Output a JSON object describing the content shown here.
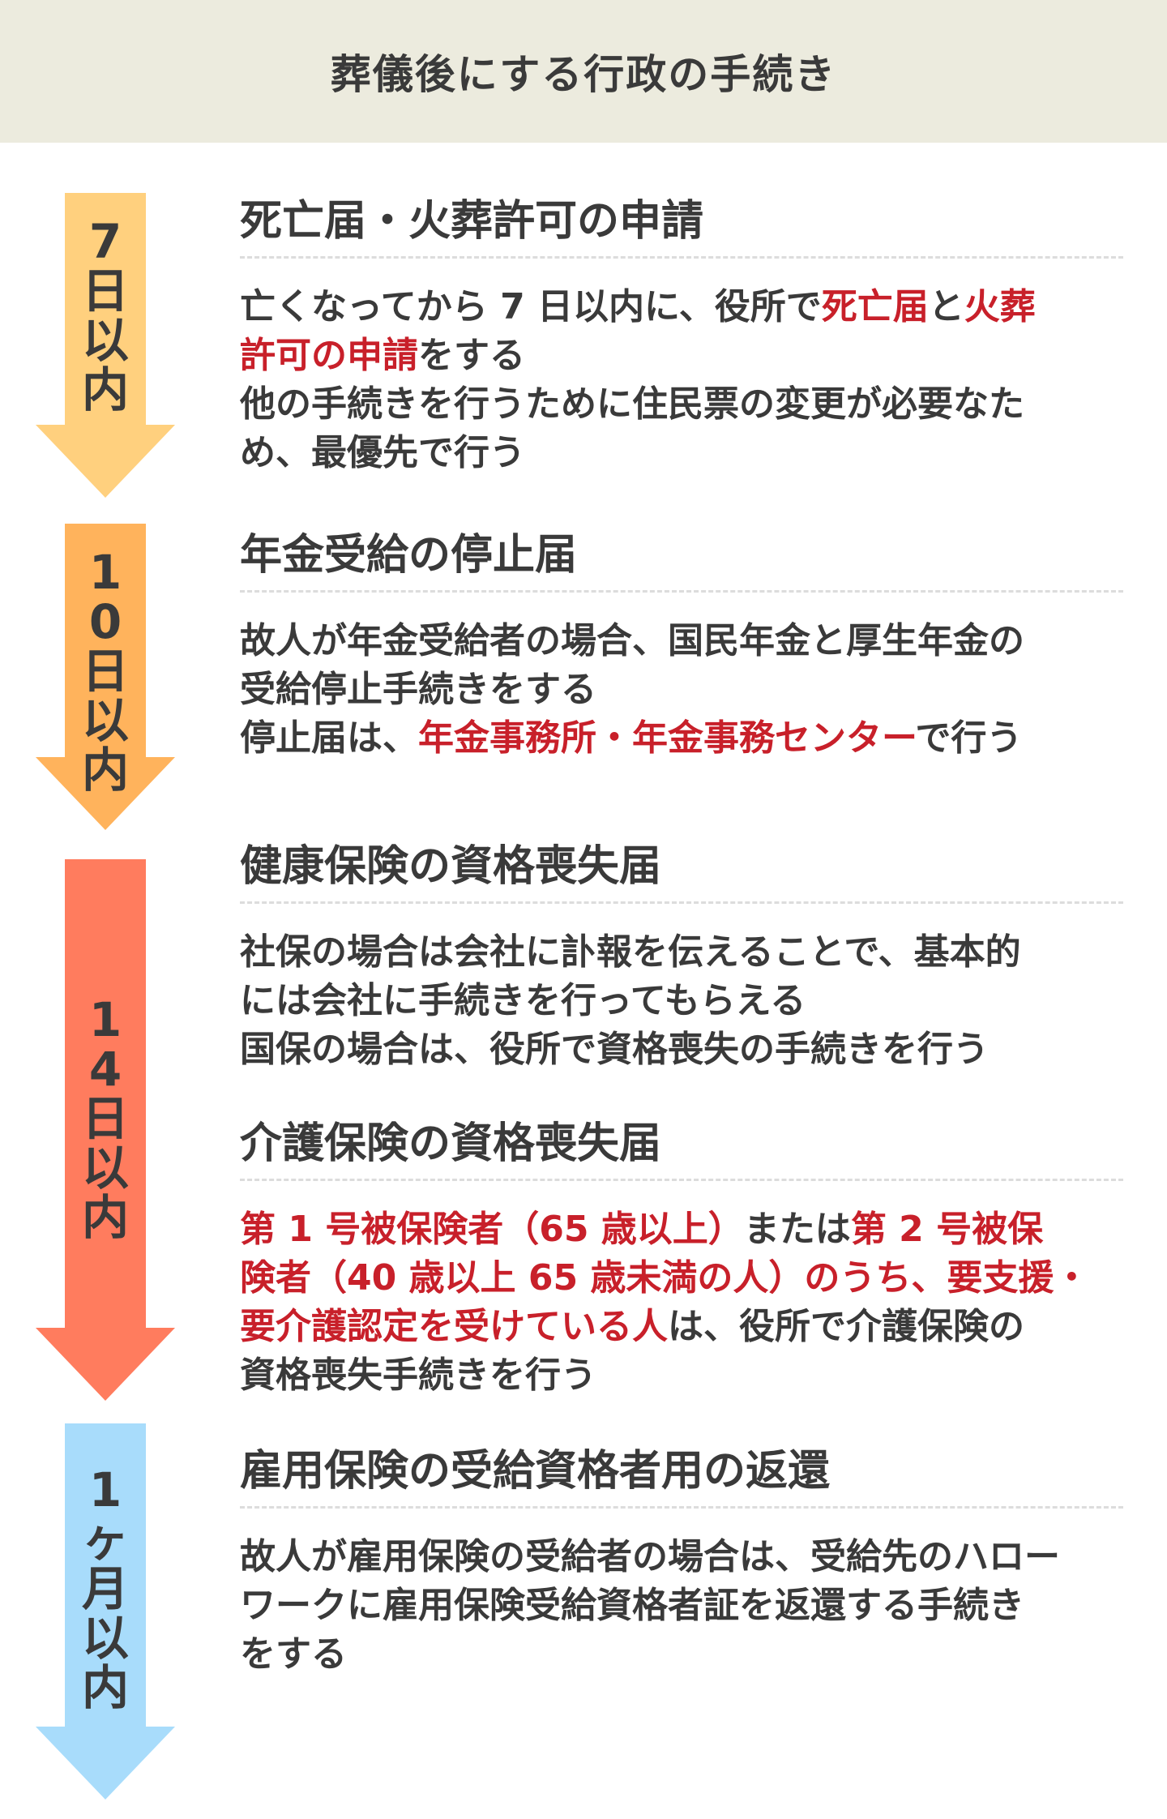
{
  "header": {
    "title": "葬儀後にする行政の手続き"
  },
  "arrows": [
    {
      "label": "7日以内",
      "color": "#ffd07e"
    },
    {
      "label": "10日以内",
      "color": "#ffb35c"
    },
    {
      "label": "14日以内",
      "color": "#ff7c5e"
    },
    {
      "label": "1ヶ月以内",
      "color": "#a8dcfb"
    }
  ],
  "sections": [
    {
      "title": "死亡届・火葬許可の申請",
      "lines": [
        [
          {
            "t": "亡くなってから 7 日以内に、役所で",
            "r": false
          },
          {
            "t": "死亡届",
            "r": true
          },
          {
            "t": "と",
            "r": false
          },
          {
            "t": "火葬",
            "r": true
          }
        ],
        [
          {
            "t": "許可の申請",
            "r": true
          },
          {
            "t": "をする",
            "r": false
          }
        ],
        [
          {
            "t": "他の手続きを行うために住民票の変更が必要なた",
            "r": false
          }
        ],
        [
          {
            "t": "め、最優先で行う",
            "r": false
          }
        ]
      ]
    },
    {
      "title": "年金受給の停止届",
      "lines": [
        [
          {
            "t": "故人が年金受給者の場合、国民年金と厚生年金の",
            "r": false
          }
        ],
        [
          {
            "t": "受給停止手続きをする",
            "r": false
          }
        ],
        [
          {
            "t": "停止届は、",
            "r": false
          },
          {
            "t": "年金事務所・年金事務センター",
            "r": true
          },
          {
            "t": "で行う",
            "r": false
          }
        ]
      ]
    },
    {
      "title": "健康保険の資格喪失届",
      "lines": [
        [
          {
            "t": "社保の場合は会社に訃報を伝えることで、基本的",
            "r": false
          }
        ],
        [
          {
            "t": "には会社に手続きを行ってもらえる",
            "r": false
          }
        ],
        [
          {
            "t": "国保の場合は、役所で資格喪失の手続きを行う",
            "r": false
          }
        ]
      ]
    },
    {
      "title": "介護保険の資格喪失届",
      "lines": [
        [
          {
            "t": "第 1 号被保険者（65 歳以上）",
            "r": true
          },
          {
            "t": "または",
            "r": false
          },
          {
            "t": "第 2 号被保",
            "r": true
          }
        ],
        [
          {
            "t": "険者（40 歳以上 65 歳未満の人）のうち、要支援・",
            "r": true
          }
        ],
        [
          {
            "t": "要介護認定を受けている人",
            "r": true
          },
          {
            "t": "は、役所で介護保険の",
            "r": false
          }
        ],
        [
          {
            "t": "資格喪失手続きを行う",
            "r": false
          }
        ]
      ]
    },
    {
      "title": "雇用保険の受給資格者用の返還",
      "lines": [
        [
          {
            "t": "故人が雇用保険の受給者の場合は、受給先のハロー",
            "r": false
          }
        ],
        [
          {
            "t": "ワークに雇用保険受給資格者証を返還する手続き",
            "r": false
          }
        ],
        [
          {
            "t": "をする",
            "r": false
          }
        ]
      ]
    }
  ]
}
